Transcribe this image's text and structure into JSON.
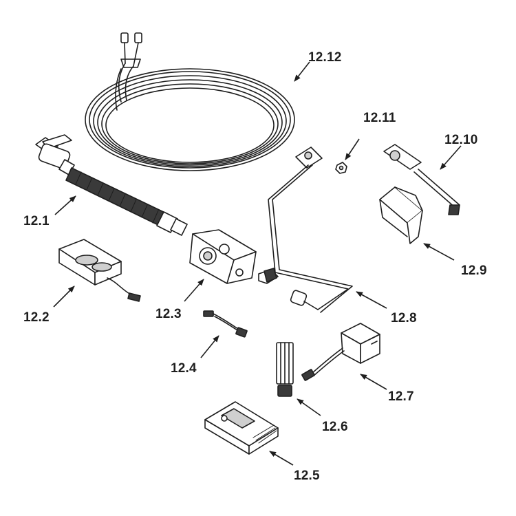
{
  "callouts": [
    {
      "id": "12.1",
      "text": "12.1"
    },
    {
      "id": "12.2",
      "text": "12.2"
    },
    {
      "id": "12.3",
      "text": "12.3"
    },
    {
      "id": "12.4",
      "text": "12.4"
    },
    {
      "id": "12.5",
      "text": "12.5"
    },
    {
      "id": "12.6",
      "text": "12.6"
    },
    {
      "id": "12.7",
      "text": "12.7"
    },
    {
      "id": "12.8",
      "text": "12.8"
    },
    {
      "id": "12.9",
      "text": "12.9"
    },
    {
      "id": "12.10",
      "text": "12.10"
    },
    {
      "id": "12.11",
      "text": "12.11"
    },
    {
      "id": "12.12",
      "text": "12.12"
    }
  ],
  "colors": {
    "ink": "#1e1e1e",
    "background": "#ffffff"
  }
}
